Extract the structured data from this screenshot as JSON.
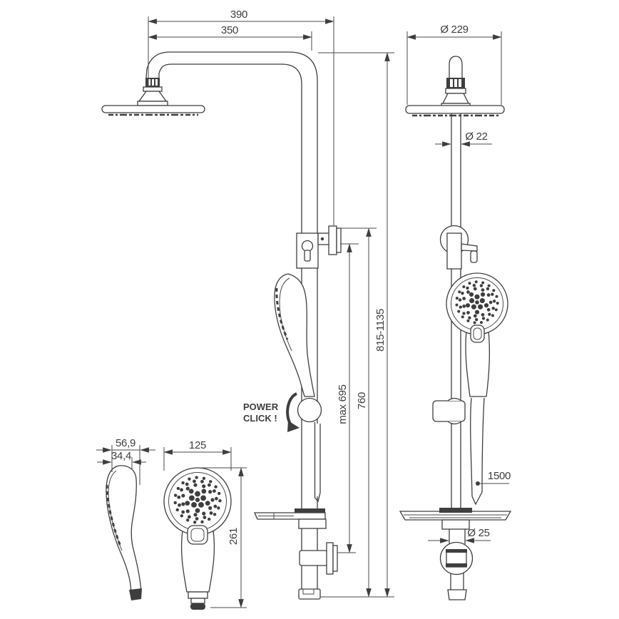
{
  "drawing": {
    "description": "shower column technical drawing, three views with dimensions",
    "colors": {
      "line": "#3e3e3e",
      "text": "#3e3e3e",
      "background": "#ffffff"
    },
    "labels": {
      "width_overall": "390",
      "width_arm": "350",
      "head_diameter": "Ø 229",
      "pipe_diameter_upper": "Ø 22",
      "height_total": "815-1135",
      "height_fixed": "760",
      "bracket_distance": "max 695",
      "power_click_1": "POWER",
      "power_click_2": "CLICK !",
      "hose_length": "1500",
      "pipe_diameter_lower": "Ø 25",
      "handshower_depth": "56,9",
      "handshower_head_depth": "34,4",
      "handshower_width": "125",
      "handshower_length": "261"
    }
  }
}
